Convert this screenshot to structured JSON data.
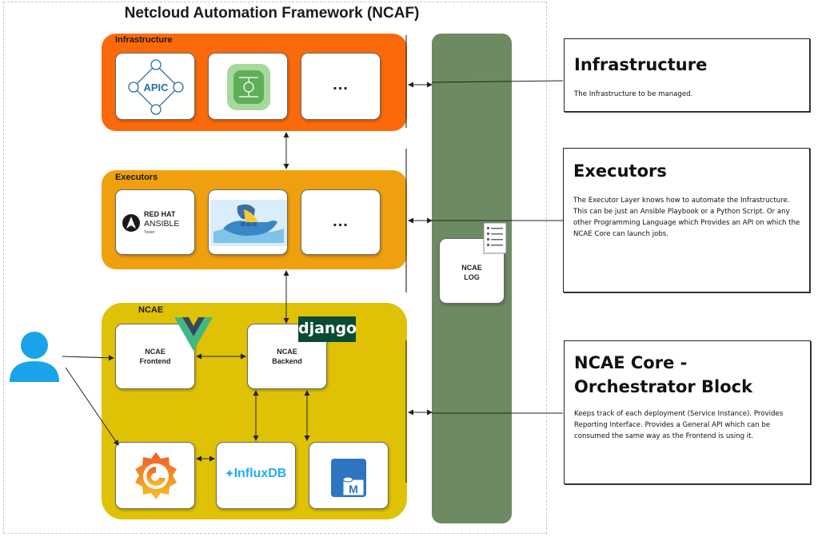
{
  "title": "Netcloud Automation Framework (NCAF)",
  "layers": {
    "infrastructure": {
      "label": "Infrastructure",
      "card3": "..."
    },
    "executors": {
      "label": "Executors",
      "card3": "..."
    },
    "ncae": {
      "label": "NCAE"
    }
  },
  "logos": {
    "apic": "APIC",
    "redhat_line1": "RED HAT",
    "redhat_line2": "ANSIBLE",
    "redhat_line3": "Tower",
    "django": "django",
    "influxdb": "InfluxDB",
    "mongo": "M"
  },
  "ncae_frontend": {
    "line1": "NCAE",
    "line2": "Frontend"
  },
  "ncae_backend": {
    "line1": "NCAE",
    "line2": "Backend"
  },
  "ncae_log": {
    "line1": "NCAE",
    "line2": "LOG"
  },
  "notes": {
    "infrastructure": {
      "title": "Infrastructure",
      "body": "The Infrastructure to be managed."
    },
    "executors": {
      "title": "Executors",
      "body": "The Executor Layer knows how to automate the Infrastructure. This can be just an Ansible Playbook or a Python Script. Or any other Programming Language which Provides an API on which the NCAE Core can launch jobs."
    },
    "core": {
      "title": "NCAE Core - Orchestrator Block",
      "body": "Keeps track of each deployment (Service Instance). Provides Reporting Interface. Provides a General API which can be consumed the same way as the Frontend is using it."
    }
  },
  "colors": {
    "infrastructure": "#fb6a0a",
    "executors": "#f0a00f",
    "ncae": "#dfc205",
    "log_bar": "#6d8a62",
    "user": "#1aa3e8"
  },
  "icons": [
    "user-icon",
    "apic-icon",
    "circuit-icon",
    "ansible-icon",
    "docker-python-icon",
    "vue-icon",
    "django-icon",
    "grafana-icon",
    "influxdb-icon",
    "mongo-icon",
    "log-doc-icon"
  ]
}
